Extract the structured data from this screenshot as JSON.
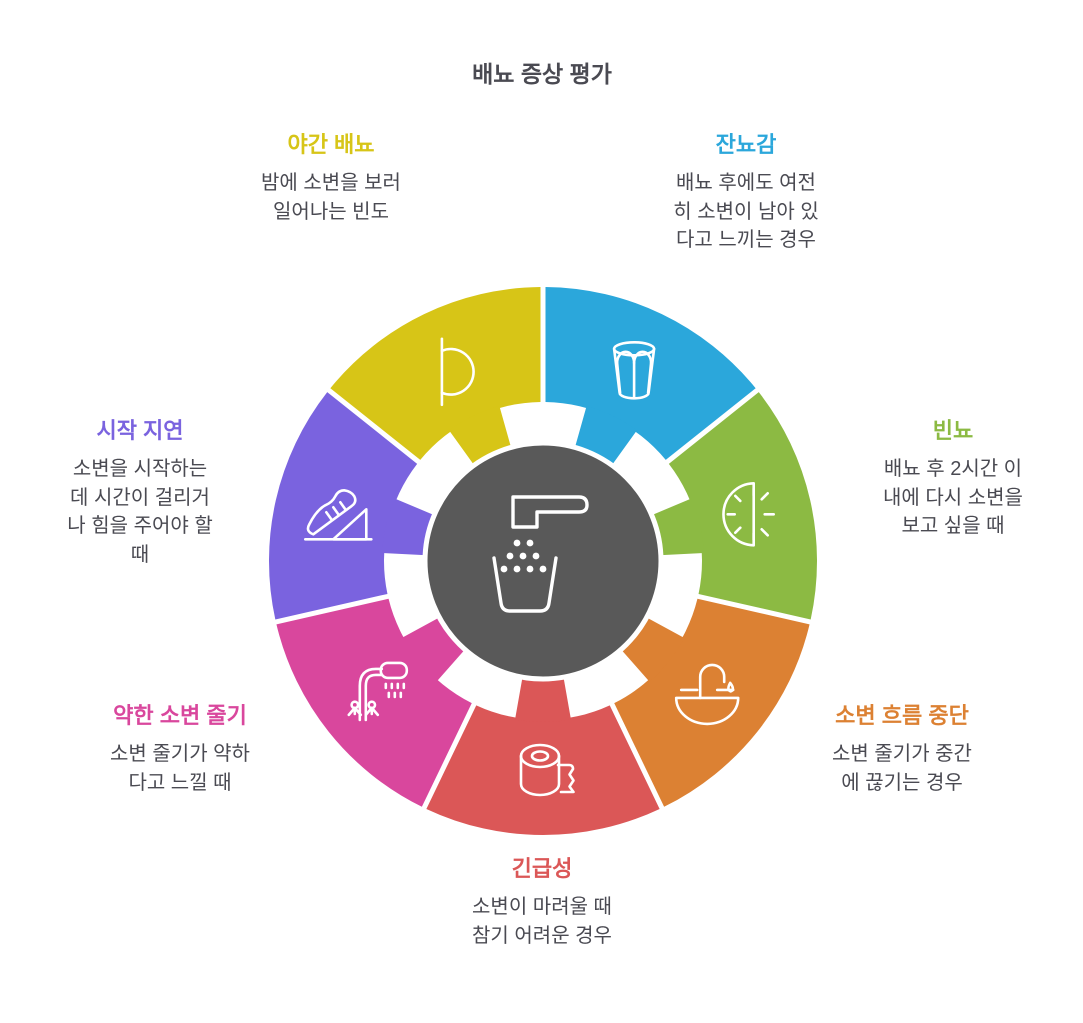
{
  "page": {
    "title": "배뇨 증상 평가",
    "background": "#ffffff",
    "text_color": "#4a4a52"
  },
  "center": {
    "icon": "faucet-cup-icon",
    "color": "#595959"
  },
  "segments": [
    {
      "id": "residual-urine",
      "label": "잔뇨감",
      "description": "배뇨 후에도 여전\n히 소변이 남아 있\n다고 느끼는 경우",
      "color": "#2BA7DB",
      "icon": "glass-icon"
    },
    {
      "id": "frequency",
      "label": "빈뇨",
      "description": "배뇨 후 2시간 이\n내에 다시 소변을\n보고 싶을 때",
      "color": "#8CBA43",
      "icon": "half-clock-icon"
    },
    {
      "id": "intermittency",
      "label": "소변 흐름 중단",
      "description": "소변 줄기가 중간\n에 끊기는 경우",
      "color": "#DC8133",
      "icon": "sink-icon"
    },
    {
      "id": "urgency",
      "label": "긴급성",
      "description": "소변이 마려울 때\n참기 어려운 경우",
      "color": "#DB5757",
      "icon": "paper-roll-icon"
    },
    {
      "id": "weak-stream",
      "label": "약한 소변 줄기",
      "description": "소변 줄기가 약하\n다고 느낄 때",
      "color": "#D9479D",
      "icon": "shower-icon"
    },
    {
      "id": "hesitancy",
      "label": "시작 지연",
      "description": "소변을 시작하는\n데 시간이 걸리거\n나 힘을 주어야 할\n때",
      "color": "#7A63DF",
      "icon": "sneaker-icon"
    },
    {
      "id": "nocturia",
      "label": "야간 배뇨",
      "description": "밤에 소변을 보러\n일어나는 빈도",
      "color": "#D7C517",
      "icon": "moon-icon"
    }
  ]
}
